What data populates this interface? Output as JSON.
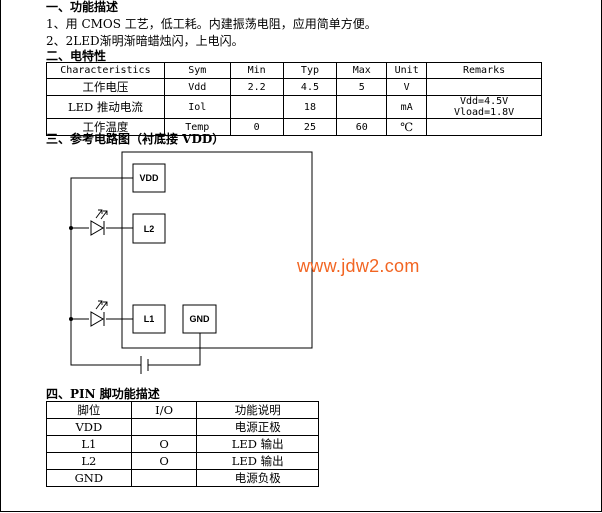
{
  "sections": {
    "features_title": "一、功能描述",
    "feature1": "1、用 CMOS 工艺，低工耗。内建振荡电阻，应用简单方便。",
    "feature2": "2、2LED渐明渐暗蜡烛闪，上电闪。",
    "electrical_title": "二、电特性",
    "circuit_title": "三、参考电路图（衬底接 VDD）",
    "pin_title": "四、PIN 脚功能描述"
  },
  "spec_table": {
    "headers": [
      "Characteristics",
      "Sym",
      "Min",
      "Typ",
      "Max",
      "Unit",
      "Remarks"
    ],
    "rows": [
      [
        "工作电压",
        "Vdd",
        "2.2",
        "4.5",
        "5",
        "V",
        ""
      ],
      [
        "LED 推动电流",
        "Iol",
        "",
        "18",
        "",
        "mA",
        "Vdd=4.5V Vload=1.8V"
      ],
      [
        "工作温度",
        "Temp",
        "0",
        "25",
        "60",
        "℃",
        ""
      ]
    ]
  },
  "circuit": {
    "pins": {
      "vdd": "VDD",
      "l2": "L2",
      "l1": "L1",
      "gnd": "GND"
    }
  },
  "watermark": "www.jdw2.com",
  "pin_table": {
    "headers": [
      "脚位",
      "I/O",
      "功能说明"
    ],
    "rows": [
      [
        "VDD",
        "",
        "电源正极"
      ],
      [
        "L1",
        "O",
        "LED 输出"
      ],
      [
        "L2",
        "O",
        "LED 输出"
      ],
      [
        "GND",
        "",
        "电源负极"
      ]
    ]
  },
  "colors": {
    "watermark": "#f26522",
    "line": "#000000"
  }
}
